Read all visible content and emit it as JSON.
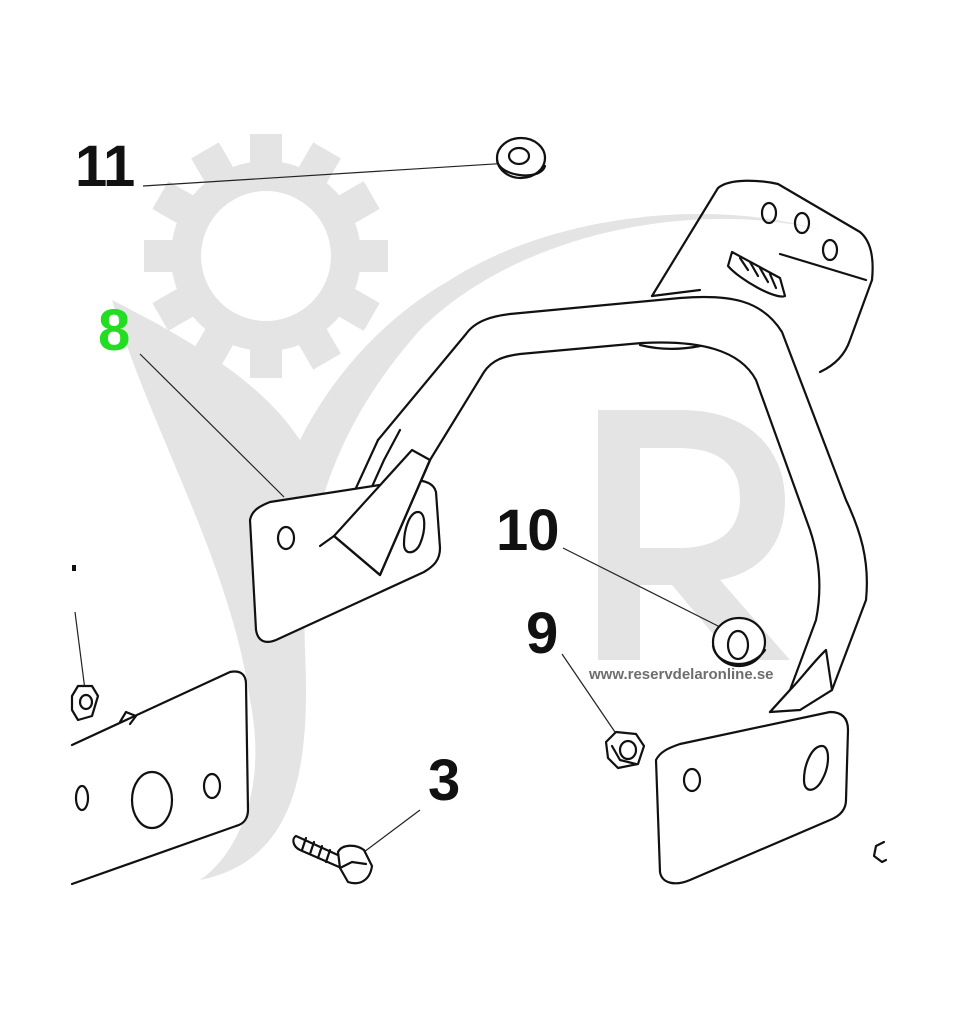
{
  "diagram": {
    "callouts": [
      {
        "id": "11",
        "label": "11",
        "highlighted": false
      },
      {
        "id": "8",
        "label": "8",
        "highlighted": true
      },
      {
        "id": "10",
        "label": "10",
        "highlighted": false
      },
      {
        "id": "9",
        "label": "9",
        "highlighted": false
      },
      {
        "id": "3",
        "label": "3",
        "highlighted": false
      }
    ],
    "parts": [
      "washer",
      "bracket",
      "washer",
      "nut",
      "bolt"
    ],
    "highlight_color": "#22dd22"
  },
  "watermark": {
    "url": "www.reservdelaronline.se",
    "letter": "R",
    "icons": [
      "gear-icon",
      "swoosh-logo"
    ]
  }
}
